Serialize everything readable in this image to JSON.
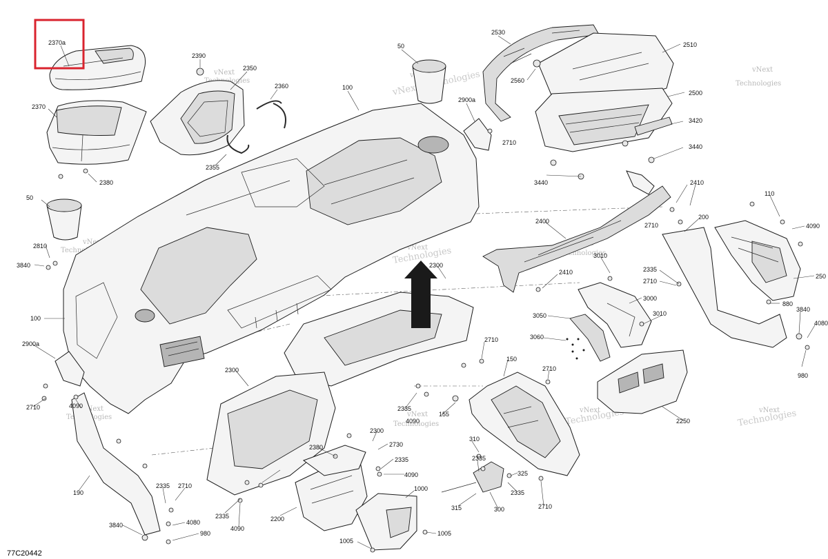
{
  "drawing_code": "77C20442",
  "watermark": {
    "line1": "vNext",
    "line2": "Technologies",
    "full": "vNext Technologies"
  },
  "highlight_color": "#d9232e",
  "highlighted_part": "2370a",
  "callouts": {
    "c2370a": "2370a",
    "c2390": "2390",
    "c2350": "2350",
    "c2360": "2360",
    "c2370": "2370",
    "c2380": "2380",
    "c2355": "2355",
    "c50a": "50",
    "c100a": "100",
    "c2530": "2530",
    "c2510": "2510",
    "c2560": "2560",
    "c2500": "2500",
    "c2900a_top": "2900a",
    "c2710a": "2710",
    "c3420": "3420",
    "c3440a": "3440",
    "c3440b": "3440",
    "c50b": "50",
    "c2810": "2810",
    "c3840a": "3840",
    "c100b": "100",
    "c2410a": "2410",
    "c2710b": "2710",
    "c110": "110",
    "c200": "200",
    "c4090a": "4090",
    "c2400": "2400",
    "c3010a": "3010",
    "c2410b": "2410",
    "c2300a": "2300",
    "c2335a": "2335",
    "c2710c": "2710",
    "c250": "250",
    "c3000": "3000",
    "c880": "880",
    "c3050": "3050",
    "c3010b": "3010",
    "c3840b": "3840",
    "c4080a": "4080",
    "c3060": "3060",
    "c2710d": "2710",
    "c980a": "980",
    "c2900a_left": "2900a",
    "c2710e": "2710",
    "c4090b": "4090",
    "c2300b": "2300",
    "c150": "150",
    "c2710f": "2710",
    "c2250": "2250",
    "c2335b": "2335",
    "c4090c": "4090",
    "c155": "155",
    "c2300c": "2300",
    "c310": "310",
    "c2380b": "2380",
    "c2730": "2730",
    "c2335c": "2335",
    "c4090d": "4090",
    "c2335d": "2335",
    "c325": "325",
    "c190": "190",
    "c2335e": "2335",
    "c2710g": "2710",
    "c1000": "1000",
    "c2335f": "2335",
    "c315": "315",
    "c300": "300",
    "c2710h": "2710",
    "c2200": "2200",
    "c4090e": "4090",
    "c3840c": "3840",
    "c4080b": "4080",
    "c980b": "980",
    "c1005a": "1005",
    "c1005b": "1005"
  }
}
